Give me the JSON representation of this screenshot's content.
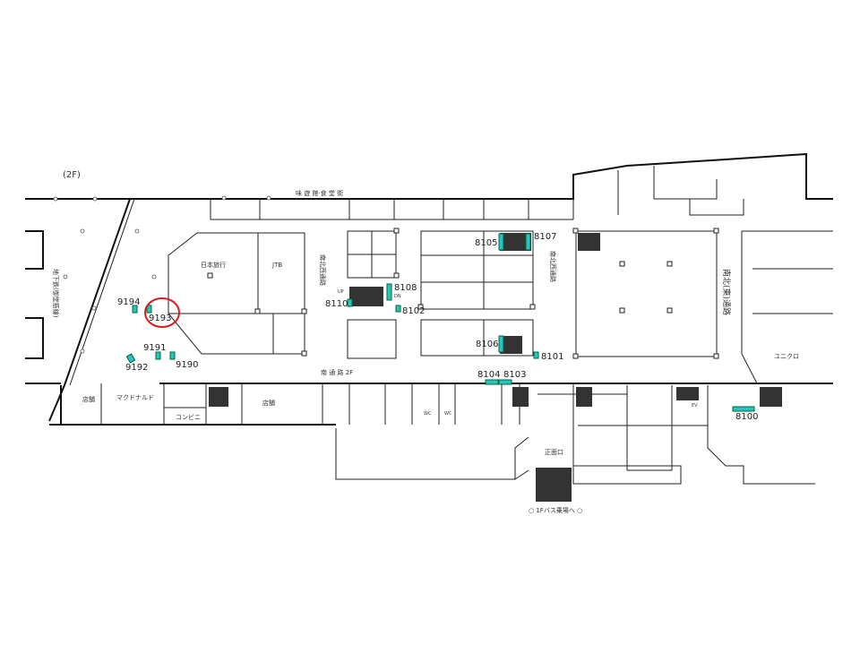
{
  "floor_label": "(2F)",
  "areas": {
    "top_corridor": "味 遊 館·食 堂 街",
    "subway": "地下鉄(御堂筋線)",
    "nippon_travel": "日本旅行",
    "jtb": "JTB",
    "ns_west_passage_1": "南北西通路",
    "ns_west_passage_2": "南北西通路",
    "ns_east_passage": "南北(東)通路",
    "south_passage": "南 通 路 2F",
    "uniqlo": "ユニクロ",
    "shop_1": "店舗",
    "mcdonalds": "マクドナルド",
    "shop_2": "店舗",
    "convenience": "コンビニ",
    "main_entrance": "正面口",
    "bus_stop": "○ 1Fバス乗場へ ○",
    "ev": "EV",
    "wc_1": "WC",
    "wc_2": "WC",
    "up": "UP",
    "dn": "DN"
  },
  "devices": [
    "9194",
    "9193",
    "9191",
    "9192",
    "9190",
    "8105",
    "8107",
    "8108",
    "8110",
    "8102",
    "8106",
    "8101",
    "8104",
    "8103",
    "8100"
  ],
  "highlighted_device": "9193",
  "colors": {
    "device": "#27c4c4",
    "highlight": "#d42020"
  }
}
